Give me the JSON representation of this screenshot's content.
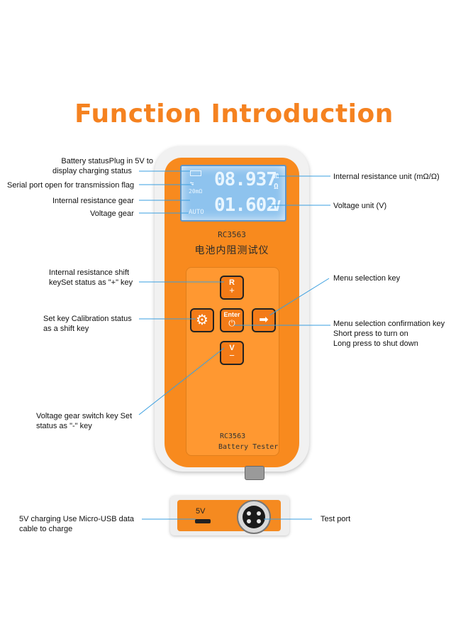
{
  "title": "Function Introduction",
  "labels": {
    "battery_status_l1": "Battery statusPlug in 5V to",
    "battery_status_l2": "display charging status",
    "serial_port": "Serial port open for transmission flag",
    "ir_gear": "Internal resistance gear",
    "voltage_gear": "Voltage gear",
    "ir_shift_l1": "Internal resistance shift",
    "ir_shift_l2": "keySet status as \"+\" key",
    "set_key_l1": "Set key Calibration status",
    "set_key_l2": "as a shift key",
    "voltage_switch_l1": "Voltage gear switch key Set",
    "voltage_switch_l2": "status as \"-\" key",
    "charging_l1": "5V charging Use Micro-USB data",
    "charging_l2": "cable to charge",
    "ir_unit": "Internal resistance unit (mΩ/Ω)",
    "voltage_unit": "Voltage unit (V)",
    "menu_select": "Menu selection key",
    "menu_confirm_l1": "Menu selection confirmation key",
    "menu_confirm_l2": "Short press to turn on",
    "menu_confirm_l3": "Long press to shut down",
    "test_port": "Test port"
  },
  "device": {
    "lcd_resistance": "08.937",
    "lcd_voltage": "01.602",
    "lcd_unit_m": "m",
    "lcd_unit_ohm": "Ω",
    "lcd_unit_v": "V",
    "lcd_range": "20mΩ",
    "lcd_auto": "AUTO",
    "model": "RC3563",
    "chinese_name": "电池内阻测试仪",
    "panel_model": "RC3563",
    "panel_name": "Battery Tester",
    "key_r_top": "R",
    "key_r_bottom": "+",
    "key_enter_top": "Enter",
    "key_enter_bottom": "⏻",
    "key_v_top": "V",
    "key_v_bottom": "−",
    "key_set": "⚙",
    "key_arrow": "➡",
    "bottom_5v": "5V"
  },
  "colors": {
    "accent": "#f58220",
    "lcd": "#8ec3ee",
    "line": "#3a9fe0"
  }
}
